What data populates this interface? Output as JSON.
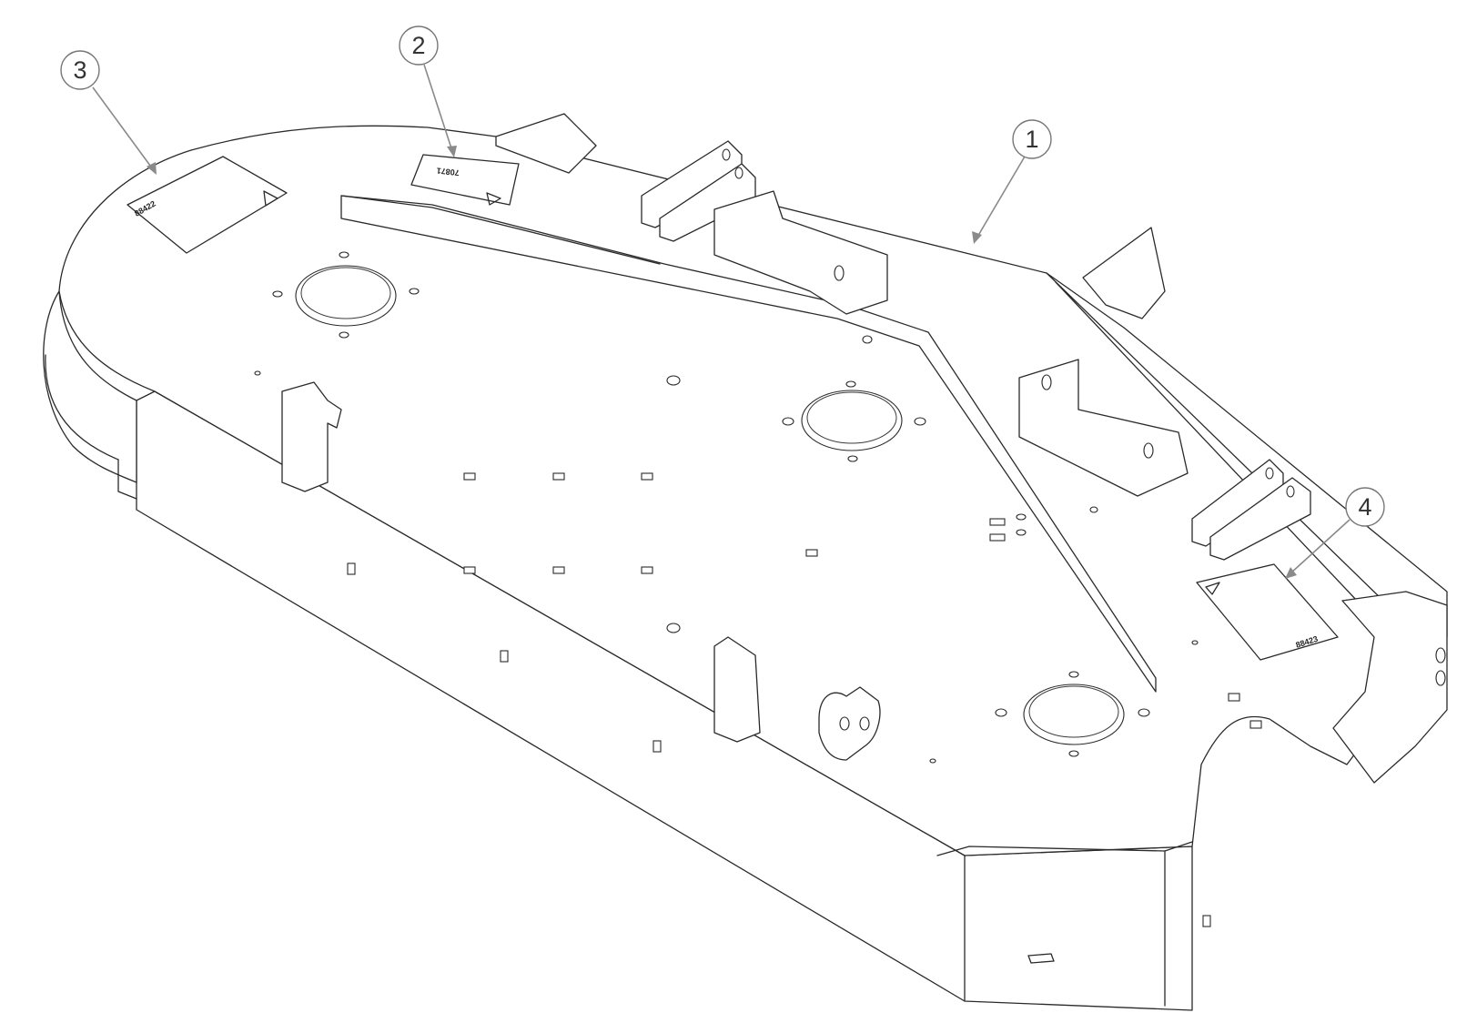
{
  "diagram": {
    "type": "exploded-parts-drawing",
    "callouts": [
      {
        "id": "callout-1",
        "label": "1"
      },
      {
        "id": "callout-2",
        "label": "2"
      },
      {
        "id": "callout-3",
        "label": "3"
      },
      {
        "id": "callout-4",
        "label": "4"
      }
    ],
    "decals": {
      "decal_2_text": "70871",
      "decal_3_text": "88422",
      "decal_4_text": "88423"
    }
  }
}
